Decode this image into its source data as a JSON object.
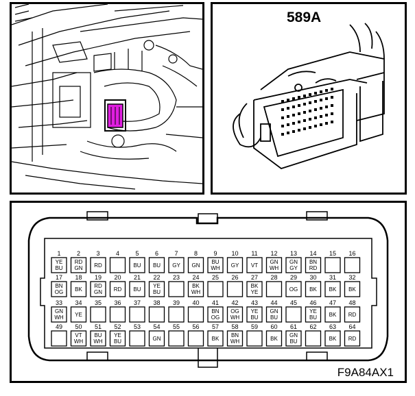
{
  "connector": {
    "id": "589A"
  },
  "figure": {
    "id": "F9A84AX1"
  },
  "pins": [
    {
      "num": "1",
      "lines": [
        "YE",
        "BU"
      ]
    },
    {
      "num": "2",
      "lines": [
        "RD",
        "GN"
      ]
    },
    {
      "num": "3",
      "lines": [
        "RD"
      ]
    },
    {
      "num": "4",
      "lines": []
    },
    {
      "num": "5",
      "lines": [
        "BU"
      ]
    },
    {
      "num": "6",
      "lines": [
        "BU"
      ]
    },
    {
      "num": "7",
      "lines": [
        "GY"
      ]
    },
    {
      "num": "8",
      "lines": [
        "GN"
      ]
    },
    {
      "num": "9",
      "lines": [
        "BU",
        "WH"
      ]
    },
    {
      "num": "10",
      "lines": [
        "GY"
      ]
    },
    {
      "num": "11",
      "lines": [
        "VT"
      ]
    },
    {
      "num": "12",
      "lines": [
        "GN",
        "WH"
      ]
    },
    {
      "num": "13",
      "lines": [
        "GN",
        "GY"
      ]
    },
    {
      "num": "14",
      "lines": [
        "BN",
        "RD"
      ]
    },
    {
      "num": "15",
      "lines": []
    },
    {
      "num": "16",
      "lines": []
    },
    {
      "num": "17",
      "lines": [
        "BN",
        "OG"
      ]
    },
    {
      "num": "18",
      "lines": [
        "BK"
      ]
    },
    {
      "num": "19",
      "lines": [
        "RD",
        "GN"
      ]
    },
    {
      "num": "20",
      "lines": [
        "RD"
      ]
    },
    {
      "num": "21",
      "lines": [
        "BU"
      ]
    },
    {
      "num": "22",
      "lines": [
        "YE",
        "BU"
      ]
    },
    {
      "num": "23",
      "lines": []
    },
    {
      "num": "24",
      "lines": [
        "BK",
        "WH"
      ]
    },
    {
      "num": "25",
      "lines": []
    },
    {
      "num": "26",
      "lines": []
    },
    {
      "num": "27",
      "lines": [
        "BK",
        "YE"
      ]
    },
    {
      "num": "28",
      "lines": []
    },
    {
      "num": "29",
      "lines": [
        "OG"
      ]
    },
    {
      "num": "30",
      "lines": [
        "BK"
      ]
    },
    {
      "num": "31",
      "lines": [
        "BK"
      ]
    },
    {
      "num": "32",
      "lines": [
        "BK"
      ]
    },
    {
      "num": "33",
      "lines": [
        "GN",
        "WH"
      ]
    },
    {
      "num": "34",
      "lines": [
        "YE"
      ]
    },
    {
      "num": "35",
      "lines": []
    },
    {
      "num": "36",
      "lines": []
    },
    {
      "num": "37",
      "lines": []
    },
    {
      "num": "38",
      "lines": []
    },
    {
      "num": "39",
      "lines": []
    },
    {
      "num": "40",
      "lines": []
    },
    {
      "num": "41",
      "lines": [
        "BN",
        "OG"
      ]
    },
    {
      "num": "42",
      "lines": [
        "OG",
        "WH"
      ]
    },
    {
      "num": "43",
      "lines": [
        "YE",
        "BU"
      ]
    },
    {
      "num": "44",
      "lines": [
        "GN",
        "BU"
      ]
    },
    {
      "num": "45",
      "lines": []
    },
    {
      "num": "46",
      "lines": [
        "YE",
        "BU"
      ]
    },
    {
      "num": "47",
      "lines": [
        "BK"
      ]
    },
    {
      "num": "48",
      "lines": [
        "RD"
      ]
    },
    {
      "num": "49",
      "lines": []
    },
    {
      "num": "50",
      "lines": [
        "VT",
        "WH"
      ]
    },
    {
      "num": "51",
      "lines": [
        "BU",
        "WH"
      ]
    },
    {
      "num": "52",
      "lines": [
        "YE",
        "BU"
      ]
    },
    {
      "num": "53",
      "lines": []
    },
    {
      "num": "54",
      "lines": [
        "GN"
      ]
    },
    {
      "num": "55",
      "lines": []
    },
    {
      "num": "56",
      "lines": []
    },
    {
      "num": "57",
      "lines": [
        "BK"
      ]
    },
    {
      "num": "58",
      "lines": [
        "BN",
        "WH"
      ]
    },
    {
      "num": "59",
      "lines": []
    },
    {
      "num": "60",
      "lines": [
        "BK"
      ]
    },
    {
      "num": "61",
      "lines": [
        "GN",
        "BU"
      ]
    },
    {
      "num": "62",
      "lines": []
    },
    {
      "num": "63",
      "lines": [
        "BK"
      ]
    },
    {
      "num": "64",
      "lines": [
        "RD"
      ]
    }
  ],
  "colors": {
    "line": "#000000",
    "background": "#ffffff",
    "highlight": "#e01ee0"
  }
}
